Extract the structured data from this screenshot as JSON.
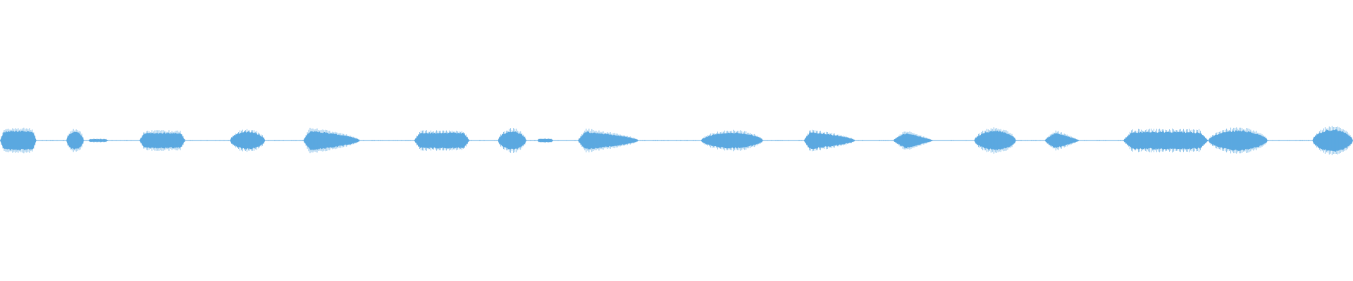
{
  "waveform": {
    "color": "#5ba8e0",
    "background": "#ffffff",
    "amplitude_max": 1.0,
    "duration": 1.0,
    "noise_amplitude": 0.04,
    "bursts": [
      {
        "start": 0.0,
        "end": 0.027,
        "peak": 0.85,
        "shape": "flat"
      },
      {
        "start": 0.049,
        "end": 0.062,
        "peak": 0.8,
        "shape": "round"
      },
      {
        "start": 0.065,
        "end": 0.08,
        "peak": 0.12,
        "shape": "flat"
      },
      {
        "start": 0.103,
        "end": 0.137,
        "peak": 0.68,
        "shape": "flat"
      },
      {
        "start": 0.17,
        "end": 0.196,
        "peak": 0.78,
        "shape": "round"
      },
      {
        "start": 0.224,
        "end": 0.266,
        "peak": 0.95,
        "shape": "decay"
      },
      {
        "start": 0.306,
        "end": 0.347,
        "peak": 0.7,
        "shape": "flat"
      },
      {
        "start": 0.368,
        "end": 0.389,
        "peak": 0.82,
        "shape": "round"
      },
      {
        "start": 0.397,
        "end": 0.409,
        "peak": 0.14,
        "shape": "flat"
      },
      {
        "start": 0.427,
        "end": 0.472,
        "peak": 0.86,
        "shape": "decay"
      },
      {
        "start": 0.518,
        "end": 0.564,
        "peak": 0.7,
        "shape": "round"
      },
      {
        "start": 0.594,
        "end": 0.632,
        "peak": 0.82,
        "shape": "decay"
      },
      {
        "start": 0.66,
        "end": 0.69,
        "peak": 0.95,
        "shape": "attack"
      },
      {
        "start": 0.72,
        "end": 0.751,
        "peak": 0.85,
        "shape": "round"
      },
      {
        "start": 0.772,
        "end": 0.798,
        "peak": 0.98,
        "shape": "attack"
      },
      {
        "start": 0.83,
        "end": 0.893,
        "peak": 0.78,
        "shape": "flat"
      },
      {
        "start": 0.893,
        "end": 0.937,
        "peak": 0.88,
        "shape": "round"
      },
      {
        "start": 0.97,
        "end": 1.0,
        "peak": 0.98,
        "shape": "round"
      }
    ]
  }
}
